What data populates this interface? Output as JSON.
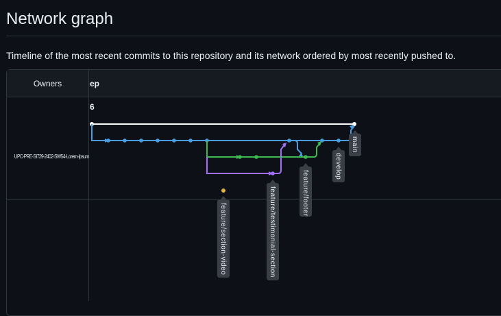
{
  "page": {
    "title": "Network graph",
    "subtitle": "Timeline of the most recent commits to this repository and its network ordered by most recently pushed to."
  },
  "table": {
    "owners_header": "Owners",
    "month_label": "ep",
    "day_label": "6",
    "owner": "UPC-PRE-SI729-2402-SW54-Lorem-Ipsum"
  },
  "colors": {
    "main": "#ffffff",
    "develop": "#4a9ee0",
    "feature_footer": "#3fb950",
    "feature_testimonials": "#a371f7",
    "feature_video": "#e3b341",
    "label_bg": "#3a3f47"
  },
  "branches": [
    {
      "name": "main",
      "color": "#ffffff"
    },
    {
      "name": "develop",
      "color": "#4a9ee0"
    },
    {
      "name": "feature/footer",
      "color": "#3fb950"
    },
    {
      "name": "feature/testimonial-section",
      "color": "#a371f7"
    },
    {
      "name": "feature/section-video",
      "color": "#e3b341"
    }
  ]
}
